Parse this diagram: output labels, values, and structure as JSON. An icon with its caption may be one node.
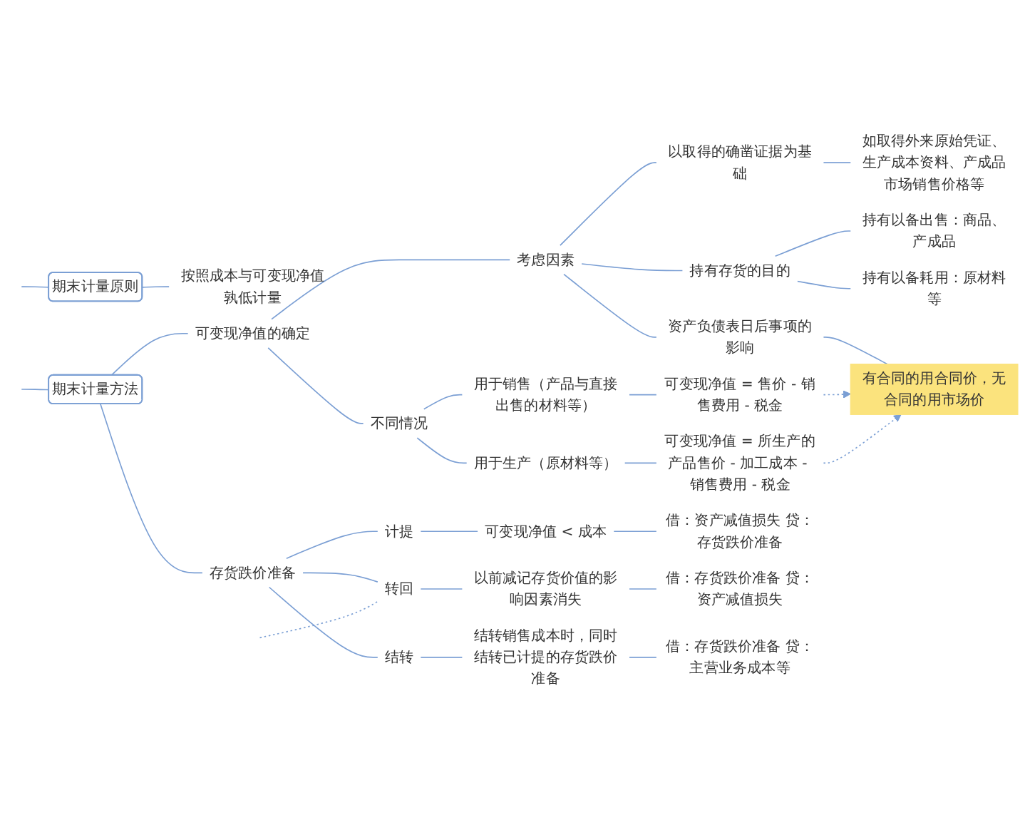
{
  "diagram": {
    "nodes": [
      {
        "text": [
          "期末计量原则"
        ]
      },
      {
        "text": [
          "按照成本与可变现净值孰低计量"
        ]
      },
      {
        "text": [
          "期末计量方法"
        ]
      },
      {
        "text": [
          "可变现净值的确定"
        ]
      },
      {
        "text": [
          "考虑因素"
        ]
      },
      {
        "text": [
          "以取得的确凿证据为基础"
        ]
      },
      {
        "text": [
          "如取得外来原始凭证、生产成本资料、产成品市场销售价格等"
        ]
      },
      {
        "text": [
          "持有存货的目的"
        ]
      },
      {
        "text": [
          "持有以备出售：商品、产成品"
        ]
      },
      {
        "text": [
          "持有以备耗用：原材料等"
        ]
      },
      {
        "text": [
          "资产负债表日后事项的影响"
        ]
      },
      {
        "text": [
          "有合同的用合同价，无合同的用市场价"
        ]
      },
      {
        "text": [
          "不同情况"
        ]
      },
      {
        "text": [
          "用于销售（产品与直接出售的材料等）"
        ]
      },
      {
        "text": [
          "可变现净值 = 售价 - 销售费用 - 税金"
        ]
      },
      {
        "text": [
          "用于生产（原材料等）"
        ]
      },
      {
        "text": [
          "可变现净值 = 所生产的产品售价 - 加工成本 - 销售费用 - 税金"
        ]
      },
      {
        "text": [
          "存货跌价准备"
        ]
      },
      {
        "text": [
          "计提"
        ]
      },
      {
        "text": [
          "可变现净值 < 成本"
        ]
      },
      {
        "text": [
          "借：资产减值损失 贷：存货跌价准备"
        ]
      },
      {
        "text": [
          "转回"
        ]
      },
      {
        "text": [
          "以前减记存货价值的影响因素消失"
        ]
      },
      {
        "text": [
          "借：存货跌价准备 贷：资产减值损失"
        ]
      },
      {
        "text": [
          "结转"
        ]
      },
      {
        "text": [
          "结转销售成本时，同时结转已计提的存货跌价准备"
        ]
      },
      {
        "text": [
          "借：存货跌价准备 贷：主营业务成本等"
        ]
      }
    ],
    "edges": [
      {
        "from": null,
        "to": 0,
        "arrow": "none"
      },
      {
        "from": null,
        "to": 2,
        "arrow": "none"
      },
      {
        "from": 0,
        "to": 1,
        "arrow": "none"
      },
      {
        "from": 2,
        "to": 3,
        "arrow": "none"
      },
      {
        "from": 3,
        "to": 4,
        "arrow": "none"
      },
      {
        "from": 4,
        "to": 5,
        "arrow": "none"
      },
      {
        "from": 5,
        "to": 6,
        "arrow": "none"
      },
      {
        "from": 4,
        "to": 7,
        "arrow": "none"
      },
      {
        "from": 7,
        "to": 8,
        "arrow": "none"
      },
      {
        "from": 7,
        "to": 9,
        "arrow": "none"
      },
      {
        "from": 4,
        "to": 10,
        "arrow": "none"
      },
      {
        "from": 10,
        "to": 11,
        "arrow": "none"
      },
      {
        "from": 3,
        "to": 12,
        "arrow": "none"
      },
      {
        "from": 12,
        "to": 13,
        "arrow": "none"
      },
      {
        "from": 13,
        "to": 14,
        "arrow": "none"
      },
      {
        "from": 12,
        "to": 15,
        "arrow": "none"
      },
      {
        "from": 15,
        "to": 16,
        "arrow": "none"
      },
      {
        "from": 14,
        "to": 11,
        "arrow": "to",
        "style": "dashed"
      },
      {
        "from": 16,
        "to": 11,
        "arrow": "to",
        "style": "dashed"
      },
      {
        "from": 2,
        "to": 17,
        "arrow": "none"
      },
      {
        "from": 17,
        "to": 18,
        "arrow": "none"
      },
      {
        "from": 18,
        "to": 19,
        "arrow": "none"
      },
      {
        "from": 19,
        "to": 20,
        "arrow": "none"
      },
      {
        "from": 17,
        "to": 21,
        "arrow": "none"
      },
      {
        "from": 21,
        "to": 22,
        "arrow": "none"
      },
      {
        "from": 22,
        "to": 23,
        "arrow": "none"
      },
      {
        "from": 17,
        "to": 24,
        "arrow": "none"
      },
      {
        "from": 24,
        "to": 25,
        "arrow": "none"
      },
      {
        "from": 25,
        "to": 26,
        "arrow": "none"
      },
      {
        "from": null,
        "to": 21,
        "arrow": "none",
        "style": "dashed"
      }
    ]
  }
}
